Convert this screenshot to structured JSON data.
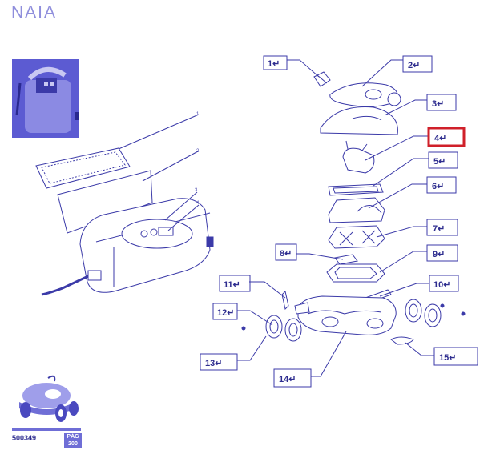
{
  "header": {
    "title": "NAIA"
  },
  "footer": {
    "code": "500349",
    "page_label": "PÁG",
    "page_number": "200"
  },
  "left_diagram": {
    "callouts": [
      "1",
      "2",
      "3",
      "4"
    ]
  },
  "parts": [
    {
      "id": "1",
      "label": "1↵"
    },
    {
      "id": "2",
      "label": "2↵"
    },
    {
      "id": "3",
      "label": "3↵"
    },
    {
      "id": "4",
      "label": "4↵"
    },
    {
      "id": "5",
      "label": "5↵"
    },
    {
      "id": "6",
      "label": "6↵"
    },
    {
      "id": "7",
      "label": "7↵"
    },
    {
      "id": "8",
      "label": "8↵"
    },
    {
      "id": "9",
      "label": "9↵"
    },
    {
      "id": "10",
      "label": "10↵"
    },
    {
      "id": "11",
      "label": "11↵"
    },
    {
      "id": "12",
      "label": "12↵"
    },
    {
      "id": "13",
      "label": "13↵"
    },
    {
      "id": "14",
      "label": "14↵"
    },
    {
      "id": "15",
      "label": "15↵"
    }
  ],
  "highlighted_part": "4",
  "colors": {
    "line": "#3b3aa8",
    "highlight": "#d0202a",
    "photo": "#5c5bd2",
    "title": "#8f8edc"
  }
}
